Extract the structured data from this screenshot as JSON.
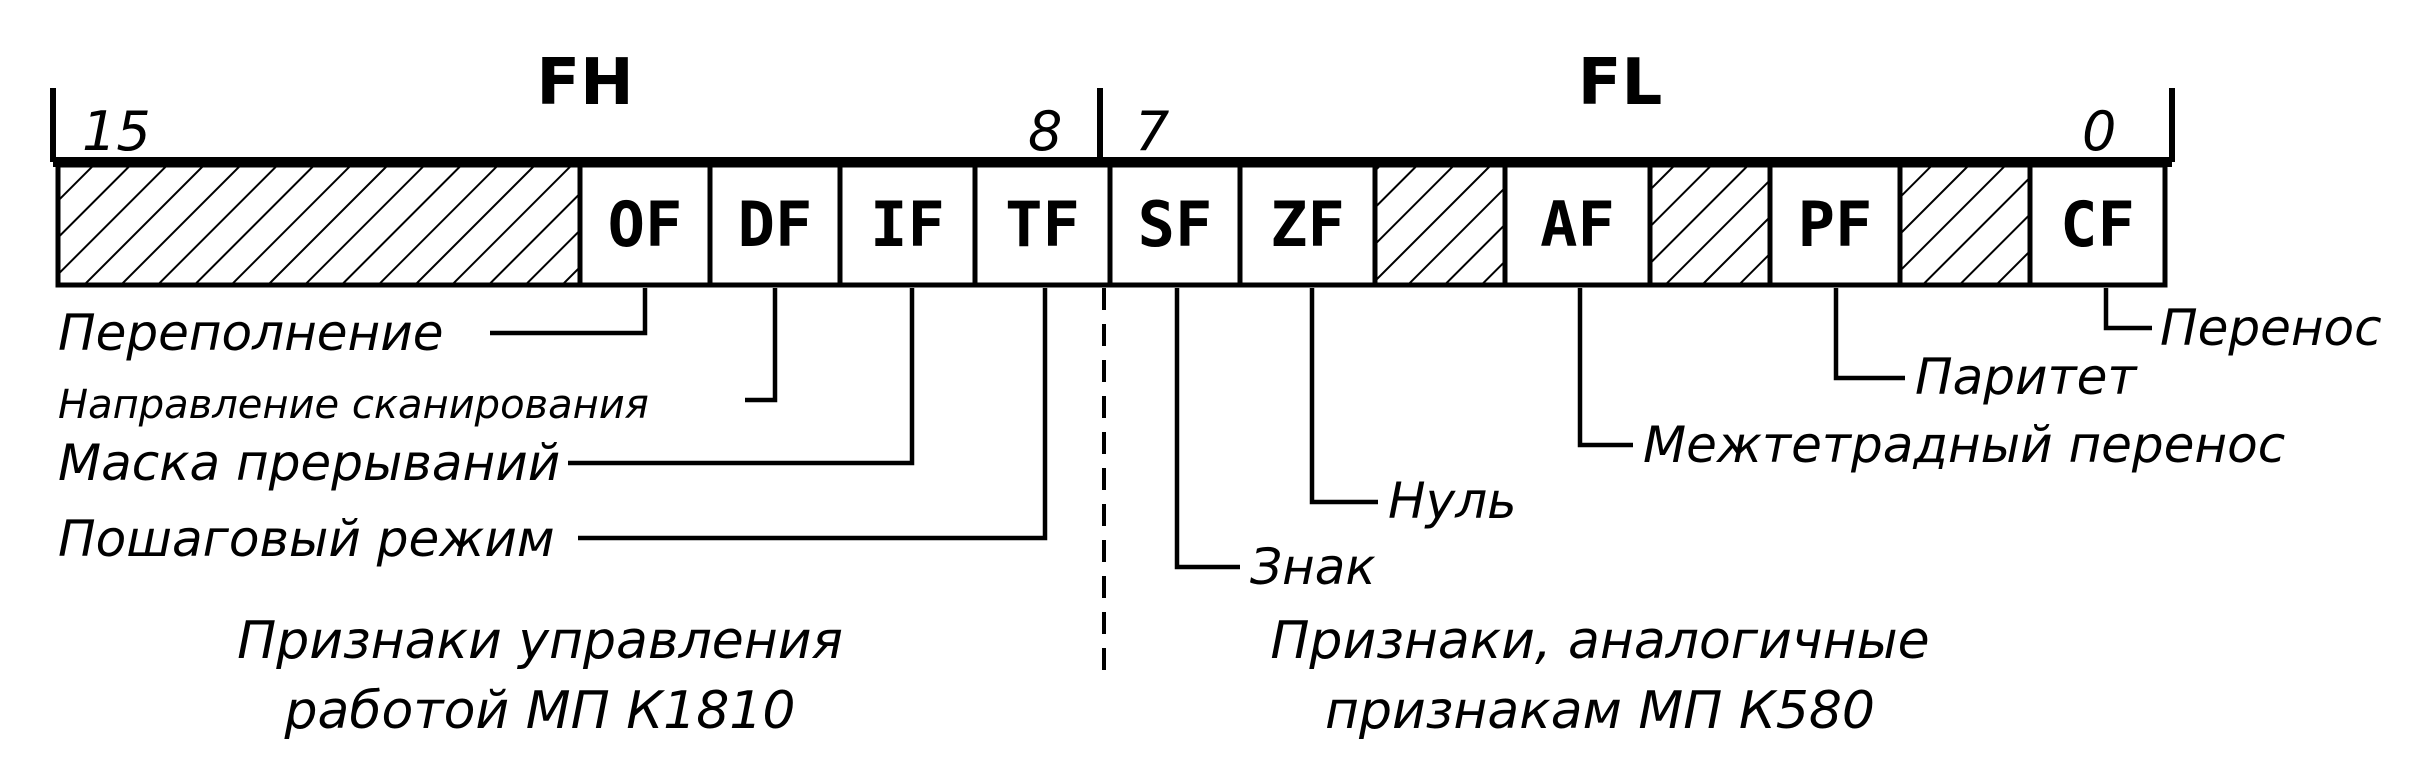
{
  "register": {
    "high_byte_name": "FH",
    "low_byte_name": "FL",
    "bit_labels": {
      "high_start": "15",
      "high_end": "8",
      "low_start": "7",
      "low_end": "0"
    },
    "cells": [
      {
        "flag": "",
        "reserved": true
      },
      {
        "flag": "OF",
        "reserved": false
      },
      {
        "flag": "DF",
        "reserved": false
      },
      {
        "flag": "IF",
        "reserved": false
      },
      {
        "flag": "TF",
        "reserved": false
      },
      {
        "flag": "SF",
        "reserved": false
      },
      {
        "flag": "ZF",
        "reserved": false
      },
      {
        "flag": "",
        "reserved": true
      },
      {
        "flag": "AF",
        "reserved": false
      },
      {
        "flag": "",
        "reserved": true
      },
      {
        "flag": "PF",
        "reserved": false
      },
      {
        "flag": "",
        "reserved": true
      },
      {
        "flag": "CF",
        "reserved": false
      }
    ]
  },
  "flag_descriptions": {
    "OF": "Переполнение",
    "DF": "Направление сканирования",
    "IF": "Маска прерываний",
    "TF": "Пошаговый режим",
    "SF": "Знак",
    "ZF": "Нуль",
    "AF": "Межтетрадный перенос",
    "PF": "Паритет",
    "CF": "Перенос"
  },
  "groups": {
    "left_line1": "Признаки управления",
    "left_line2": "работой МП К1810",
    "right_line1": "Признаки, аналогичные",
    "right_line2": "признакам МП К580"
  }
}
